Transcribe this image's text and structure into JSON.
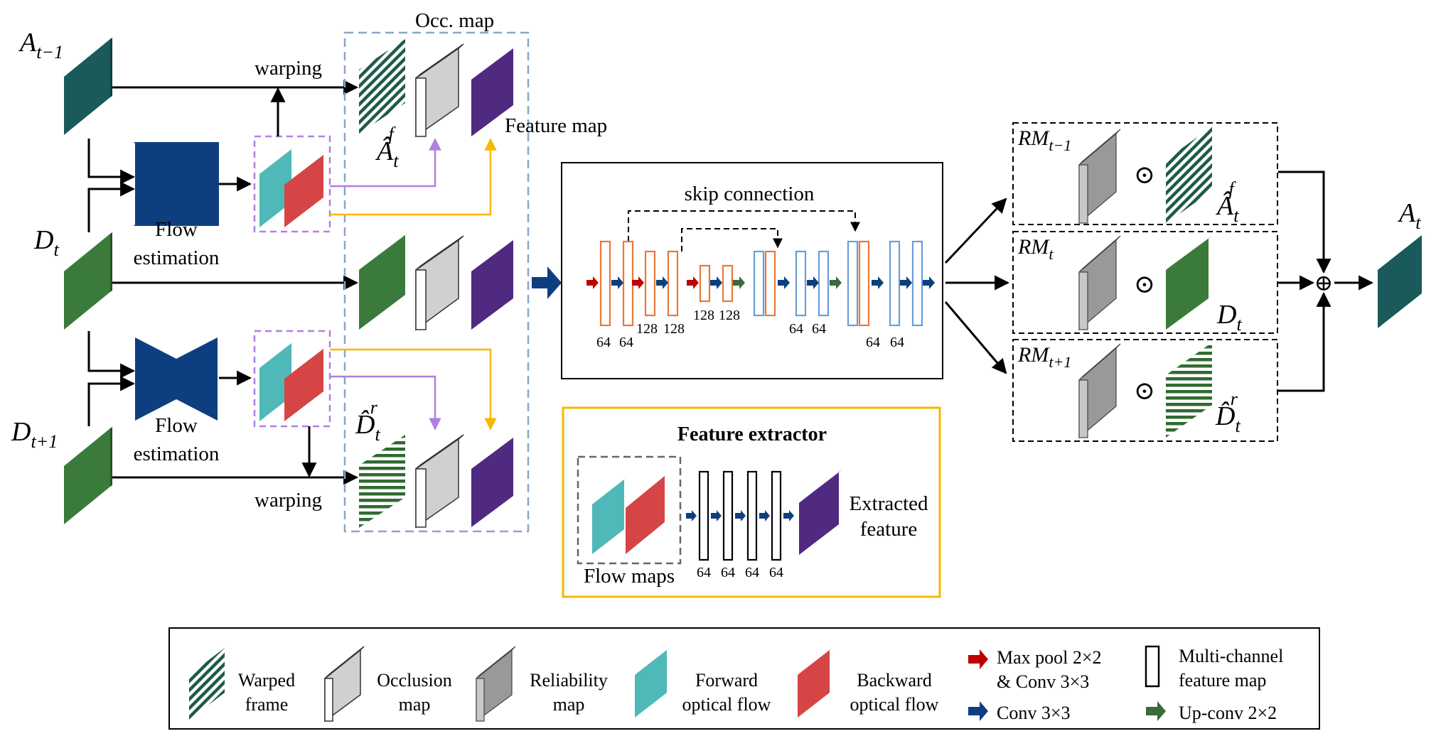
{
  "inputs": {
    "a_prev": {
      "base": "A",
      "sub": "t−1"
    },
    "d_t": {
      "base": "D",
      "sub": "t"
    },
    "d_next": {
      "base": "D",
      "sub": "t+1"
    }
  },
  "labels": {
    "warping": "warping",
    "occ_map": "Occ. map",
    "feature_map": "Feature map",
    "flow_est_1": "Flow",
    "flow_est_2": "estimation",
    "skip_connection": "skip connection",
    "feature_extractor": "Feature extractor",
    "flow_maps": "Flow maps",
    "extracted_1": "Extracted",
    "extracted_2": "feature",
    "odot": "⊙",
    "oplus": "⊕"
  },
  "warped": {
    "a_hat": {
      "base": "Â",
      "sub": "t",
      "sup": "f"
    },
    "d_hat": {
      "base": "D̂",
      "sub": "t",
      "sup": "r"
    }
  },
  "unet_numbers": [
    "64",
    "64",
    "128",
    "128",
    "128",
    "128",
    "64",
    "64",
    "64",
    "64"
  ],
  "extractor_numbers": [
    "64",
    "64",
    "64",
    "64"
  ],
  "rm": {
    "prev": {
      "base": "RM",
      "sub": "t−1"
    },
    "cur": {
      "base": "RM",
      "sub": "t"
    },
    "next": {
      "base": "RM",
      "sub": "t+1"
    }
  },
  "output": {
    "base": "A",
    "sub": "t"
  },
  "legend": {
    "warped_1": "Warped",
    "warped_2": "frame",
    "occlusion_1": "Occlusion",
    "occlusion_2": "map",
    "reliability_1": "Reliability",
    "reliability_2": "map",
    "forward_1": "Forward",
    "forward_2": "optical flow",
    "backward_1": "Backward",
    "backward_2": "optical flow",
    "maxpool_1": "Max pool 2×2",
    "maxpool_2": "& Conv 3×3",
    "conv": "Conv 3×3",
    "multi_1": "Multi-channel",
    "multi_2": "feature map",
    "upconv": "Up-conv 2×2"
  },
  "colors": {
    "teal_dark": "#1a5a5a",
    "green": "#3a7a3a",
    "purple": "#4f2a80",
    "navy": "#0d3f80",
    "cyan": "#4fb8b8",
    "red": "#d64545",
    "orange": "#e8783a",
    "blue_outline": "#6a9ed6",
    "violet_line": "#b07fe0",
    "yellow_line": "#f5b800"
  }
}
